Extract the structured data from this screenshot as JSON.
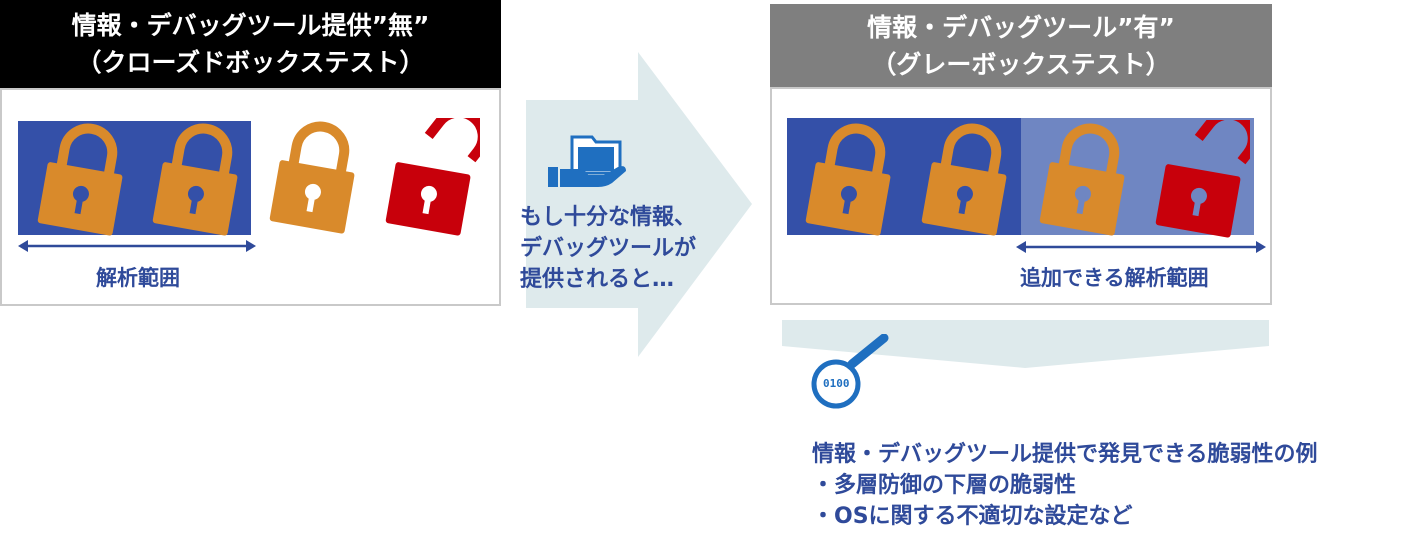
{
  "colors": {
    "navy": "#2f4a9a",
    "panel_blue": "#3450a8",
    "panel_blue_light": "#6f86c2",
    "lock_orange": "#d98a2b",
    "lock_red": "#c8000b",
    "big_arrow": "#deeaec",
    "header_black": "#000000",
    "header_gray": "#7f7f7f"
  },
  "left_panel": {
    "title_line1": "情報・デバッグツール提供”無”",
    "title_line2": "（クローズドボックステスト）",
    "range_label": "解析範囲",
    "locks": [
      "locked-orange",
      "locked-orange",
      "locked-orange",
      "unlocked-red"
    ]
  },
  "middle": {
    "icon": "hand-with-folder-icon",
    "text_line1": "もし十分な情報、",
    "text_line2": "デバッグツールが",
    "text_line3": "提供されると…"
  },
  "right_panel": {
    "title_line1": "情報・デバッグツール”有”",
    "title_line2": "（グレーボックステスト）",
    "range_label": "追加できる解析範囲",
    "locks": [
      "locked-orange",
      "locked-orange",
      "locked-orange",
      "unlocked-red"
    ]
  },
  "bottom": {
    "icon": "magnifier-binary-icon",
    "binary_text": "0100",
    "heading": "情報・デバッグツール提供で発見できる脆弱性の例",
    "items": [
      "・多層防御の下層の脆弱性",
      "・OSに関する不適切な設定など"
    ]
  }
}
